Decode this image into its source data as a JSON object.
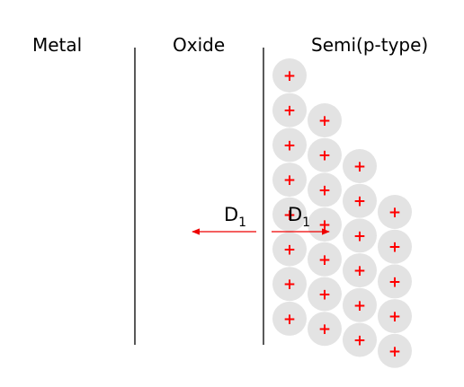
{
  "labels": {
    "metal": "Metal",
    "oxide": "Oxide",
    "semi": "Semi(p-type)",
    "field_letter": "D",
    "field_subscript": "1",
    "charge_symbol": "+"
  },
  "colors": {
    "charge_circle": "#e3e3e3",
    "charge_plus": "#ff0000",
    "arrow": "#ee0000",
    "boundary": "#000000"
  },
  "charges": {
    "columns": [
      8,
      7,
      6,
      5
    ]
  },
  "fields": [
    {
      "name": "oxide-field",
      "direction": "left"
    },
    {
      "name": "semi-field",
      "direction": "right"
    }
  ]
}
